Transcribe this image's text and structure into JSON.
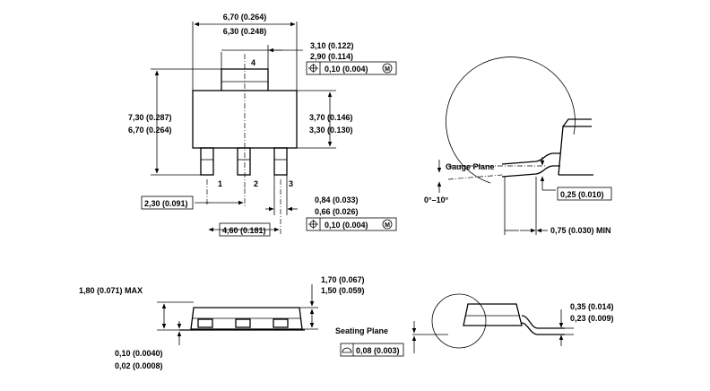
{
  "top_view": {
    "overall_width_max": "6,70 (0.264)",
    "overall_width_min": "6,30 (0.248)",
    "tab_width_max": "3,10 (0.122)",
    "tab_width_min": "2,90 (0.114)",
    "tab_tolerance": "0,10 (0.004)",
    "pin_4": "4",
    "overall_length_max": "7,30 (0.287)",
    "overall_length_min": "6,70 (0.264)",
    "body_length_max": "3,70 (0.146)",
    "body_length_min": "3,30 (0.130)",
    "pin_1": "1",
    "pin_2": "2",
    "pin_3": "3",
    "pitch": "2,30 (0.091)",
    "lead_width_max": "0,84 (0.033)",
    "lead_width_min": "0,66 (0.026)",
    "lead_tolerance": "0,10 (0.004)",
    "lead_span": "4,60 (0.181)",
    "mmc_symbol": "M"
  },
  "gauge_detail": {
    "gauge_plane": "Gauge Plane",
    "angle": "0°–10°",
    "gauge_height": "0,25 (0.010)",
    "foot_length": "0,75 (0.030) MIN"
  },
  "side_view": {
    "total_height": "1,80 (0.071) MAX",
    "body_height_max": "1,70 (0.067)",
    "body_height_min": "1,50 (0.059)",
    "standoff_max": "0,10 (0.0040)",
    "standoff_min": "0,02 (0.0008)"
  },
  "end_view": {
    "seating_plane": "Seating Plane",
    "coplanarity": "0,08 (0.003)",
    "lead_thickness_max": "0,35 (0.014)",
    "lead_thickness_min": "0,23 (0.009)"
  }
}
